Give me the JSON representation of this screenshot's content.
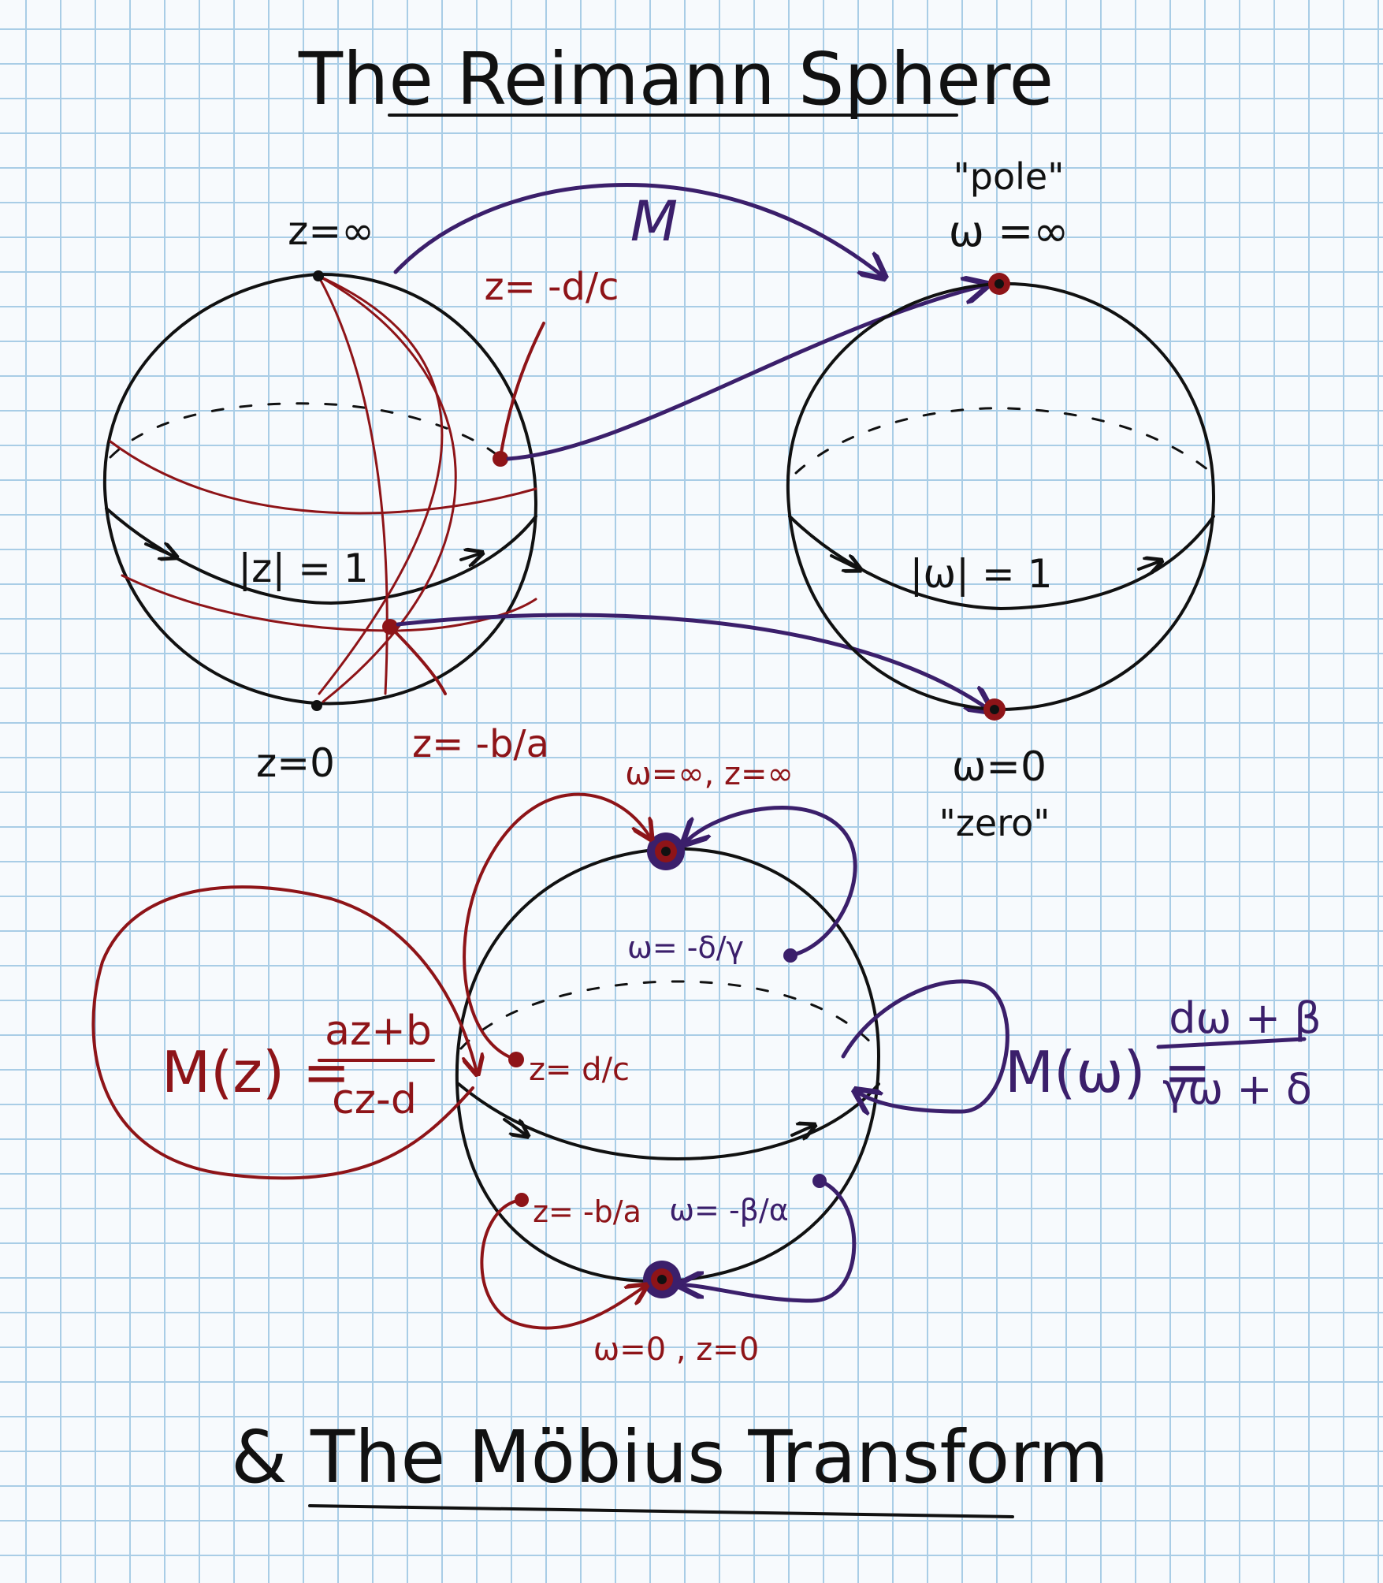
{
  "title_top": "The Reimann Sphere",
  "title_bottom": "& The Möbius Transform",
  "map_label": "M",
  "left_sphere": {
    "top_label": "z=∞",
    "bottom_label": "z=0",
    "equator_label": "|z| = 1",
    "pole_point_label": "z= -d/c",
    "zero_point_label": "z= -b/a"
  },
  "right_sphere": {
    "top_caption": "\"pole\"",
    "top_label": "ω =∞",
    "equator_label": "|ω| = 1",
    "bottom_label": "ω=0",
    "bottom_caption": "\"zero\""
  },
  "bottom_sphere": {
    "top_label": "ω=∞, z=∞",
    "bottom_label": "ω=0 , z=0",
    "w_pole_label": "ω= -δ/γ",
    "z_pole_label": "z= d/c",
    "z_zero_label": "z= -b/a",
    "w_zero_label": "ω= -β/α"
  },
  "formula_left": {
    "lhs": "M(z) =",
    "numerator": "az+b",
    "denominator": "cz-d"
  },
  "formula_right": {
    "lhs": "M(ω) =",
    "numerator": "dω + β",
    "denominator": "γω + δ"
  },
  "colors": {
    "ink": "#111111",
    "red": "#8e1418",
    "purple": "#3b1f6b",
    "grid": "#a9cde6",
    "paper": "#f7fafd"
  }
}
